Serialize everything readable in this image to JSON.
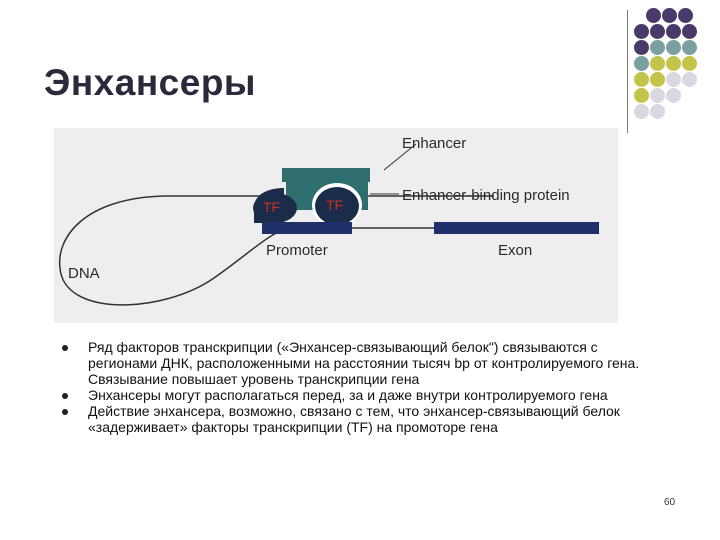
{
  "slide": {
    "title": "Энхансеры",
    "page_number": "60"
  },
  "figure": {
    "labels": {
      "enhancer": "Enhancer",
      "enhancer_binding_protein": "Enhancer-binding protein",
      "tf_left": "TF",
      "tf_right": "TF",
      "promoter": "Promoter",
      "exon": "Exon",
      "dna": "DNA"
    },
    "colors": {
      "background": "#eeeeee",
      "protein": "#2e6e6e",
      "dna_band": "#1f2f6a",
      "tf_fill": "#1b2b4a",
      "tf_text": "#c83020",
      "line": "#333333"
    }
  },
  "bullets": [
    "Ряд факторов транскрипции («Энхансер-связывающий белок\") связываются с регионами ДНК, расположенными на расстоянии тысяч bp от контролируемого гена. Связывание повышает уровень транскрипции гена",
    "Энхансеры могут располагаться перед, за и даже внутри контролируемого гена",
    "Действие энхансера, возможно, связано с тем, что энхансер-связывающий белок «задерживает» факторы транскрипции (TF) на промоторе гена"
  ],
  "decor": {
    "dot_colors": {
      "purple": "#4a3a6a",
      "teal": "#7aa0a0",
      "olive": "#c4c44a",
      "grey": "#d8d8e0"
    }
  }
}
